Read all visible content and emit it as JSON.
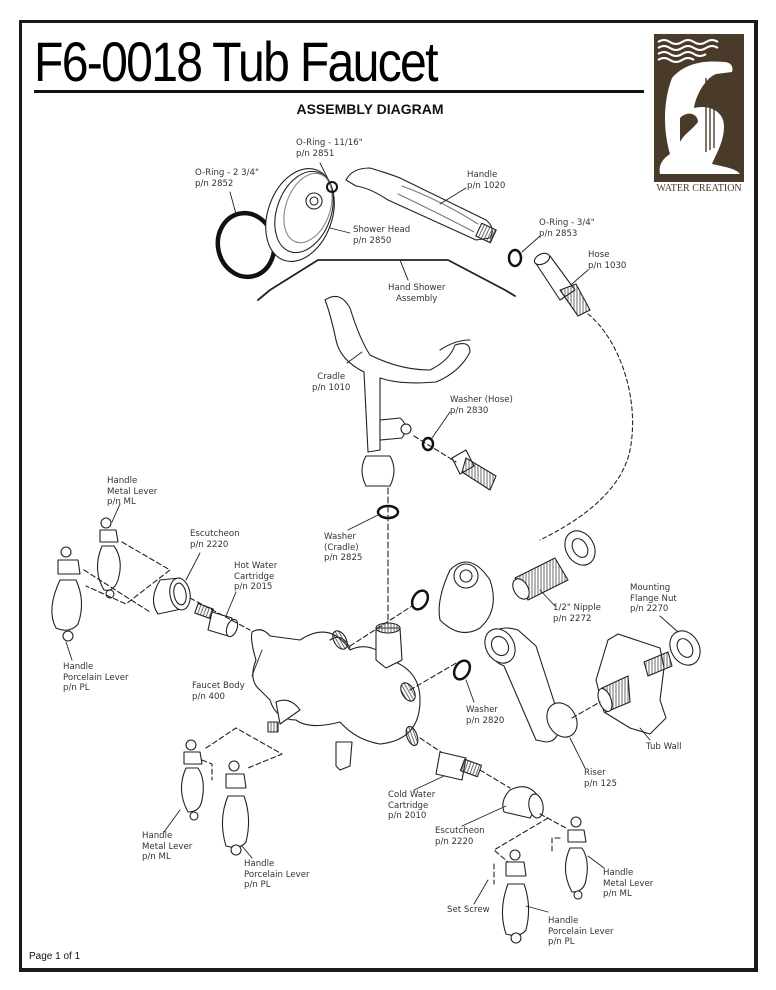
{
  "document": {
    "title": "F6-0018 Tub Faucet",
    "subtitle": "ASSEMBLY DIAGRAM",
    "footer": "Page 1 of 1",
    "brand": {
      "name": "WATER CREATION",
      "color": "#4a3a2a"
    }
  },
  "callouts": [
    {
      "id": "oring-2852",
      "lines": [
        "O-Ring - 2 3/4\"",
        "p/n 2852"
      ]
    },
    {
      "id": "oring-2851",
      "lines": [
        "O-Ring - 11/16\"",
        "p/n 2851"
      ]
    },
    {
      "id": "handle-1020",
      "lines": [
        "Handle",
        "p/n 1020"
      ]
    },
    {
      "id": "shower-head-2850",
      "lines": [
        "Shower Head",
        "p/n 2850"
      ]
    },
    {
      "id": "oring-2853",
      "lines": [
        "O-Ring - 3/4\"",
        "p/n 2853"
      ]
    },
    {
      "id": "hose-1030",
      "lines": [
        "Hose",
        "p/n 1030"
      ]
    },
    {
      "id": "hand-shower-assembly",
      "lines": [
        "Hand Shower",
        "Assembly"
      ]
    },
    {
      "id": "cradle-1010",
      "lines": [
        "Cradle",
        "p/n 1010"
      ]
    },
    {
      "id": "washer-hose-2830",
      "lines": [
        "Washer (Hose)",
        "p/n 2830"
      ]
    },
    {
      "id": "handle-metal-lever-upper-left",
      "lines": [
        "Handle",
        "Metal Lever",
        "p/n ML"
      ]
    },
    {
      "id": "escutcheon-2220-hot",
      "lines": [
        "Escutcheon",
        "p/n 2220"
      ]
    },
    {
      "id": "washer-cradle-2825",
      "lines": [
        "Washer",
        "(Cradle)",
        "p/n 2825"
      ]
    },
    {
      "id": "hot-water-cartridge-2015",
      "lines": [
        "Hot Water",
        "Cartridge",
        "p/n 2015"
      ]
    },
    {
      "id": "mounting-flange-nut-2270",
      "lines": [
        "Mounting",
        "Flange Nut",
        "p/n 2270"
      ]
    },
    {
      "id": "nipple-2272",
      "lines": [
        "1/2\" Nipple",
        "p/n 2272"
      ]
    },
    {
      "id": "handle-porcelain-lever-left",
      "lines": [
        "Handle",
        "Porcelain Lever",
        "p/n PL"
      ]
    },
    {
      "id": "faucet-body-400",
      "lines": [
        "Faucet Body",
        "p/n 400"
      ]
    },
    {
      "id": "washer-2820",
      "lines": [
        "Washer",
        "p/n 2820"
      ]
    },
    {
      "id": "tub-wall",
      "lines": [
        "Tub Wall"
      ]
    },
    {
      "id": "riser-125",
      "lines": [
        "Riser",
        "p/n 125"
      ]
    },
    {
      "id": "cold-water-cartridge-2010",
      "lines": [
        "Cold Water",
        "Cartridge",
        "p/n 2010"
      ]
    },
    {
      "id": "escutcheon-2220-cold",
      "lines": [
        "Escutcheon",
        "p/n 2220"
      ]
    },
    {
      "id": "handle-metal-lever-lower-left",
      "lines": [
        "Handle",
        "Metal Lever",
        "p/n ML"
      ]
    },
    {
      "id": "handle-porcelain-lever-lower-mid",
      "lines": [
        "Handle",
        "Porcelain Lever",
        "p/n PL"
      ]
    },
    {
      "id": "handle-metal-lever-lower-right",
      "lines": [
        "Handle",
        "Metal Lever",
        "p/n ML"
      ]
    },
    {
      "id": "set-screw",
      "lines": [
        "Set Screw"
      ]
    },
    {
      "id": "handle-porcelain-lever-lower-right",
      "lines": [
        "Handle",
        "Porcelain Lever",
        "p/n PL"
      ]
    }
  ]
}
